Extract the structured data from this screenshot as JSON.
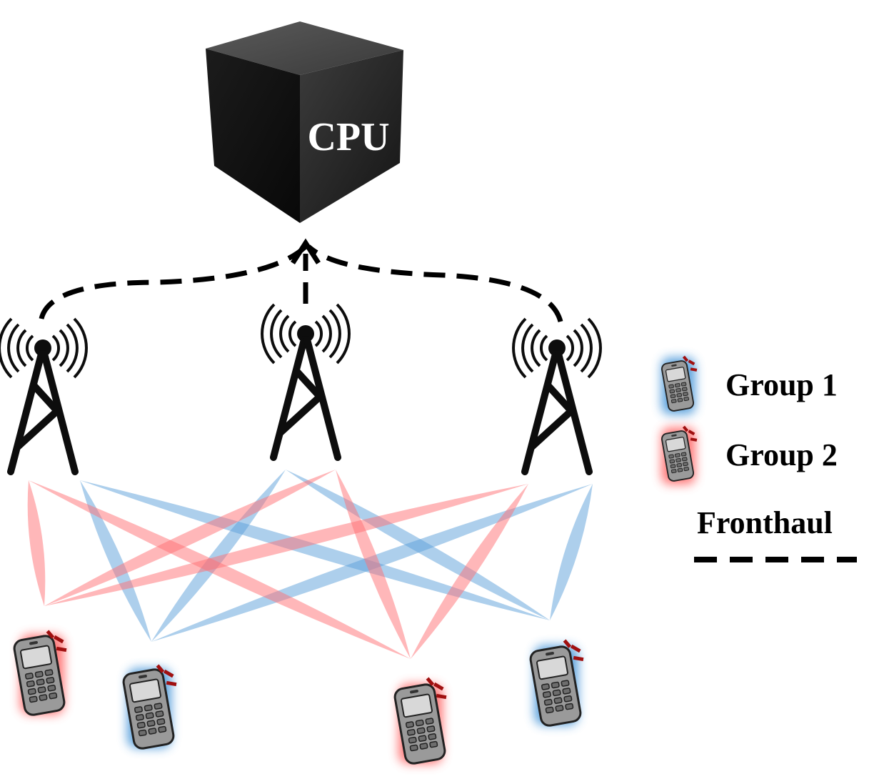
{
  "cpu": {
    "label": "CPU"
  },
  "legend": {
    "group1": {
      "label": "Group 1",
      "color": "#3b8fd6"
    },
    "group2": {
      "label": "Group 2",
      "color": "#ff5a5a"
    },
    "fronthaul": {
      "label": "Fronthaul"
    }
  },
  "colors": {
    "blue_beam": "#5c9fd9",
    "red_beam": "#ff6f74",
    "tower": "#0d0d0d",
    "cube": "#2e2e2e"
  }
}
